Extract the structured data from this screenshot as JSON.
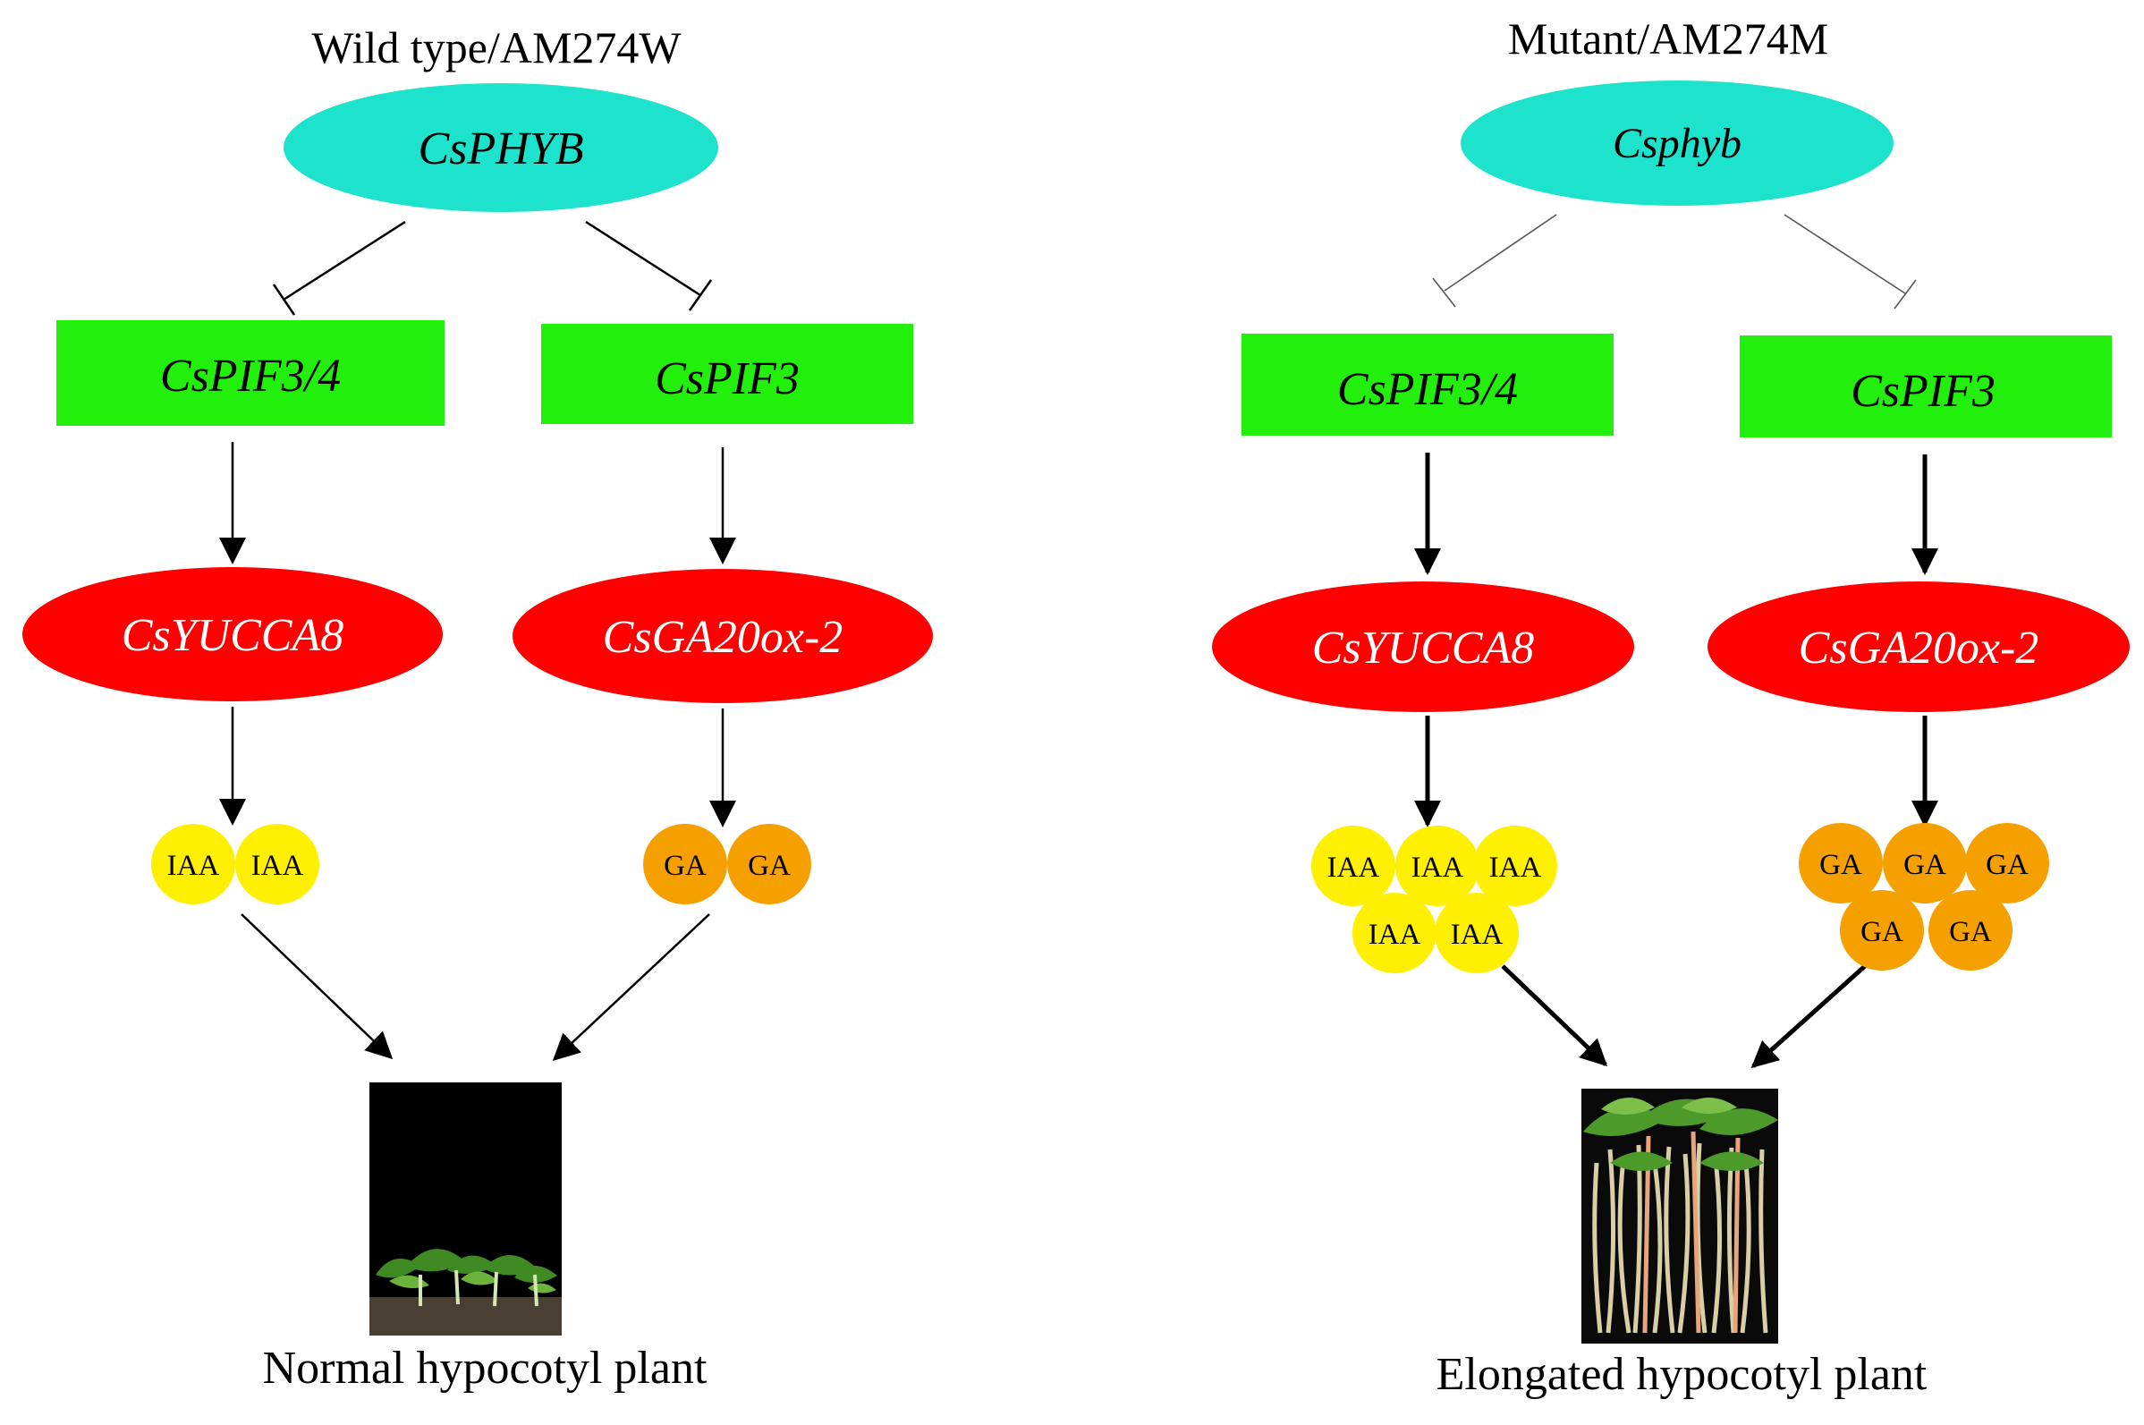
{
  "colors": {
    "phy": "#1de2cc",
    "pif": "#22f00c",
    "biosynth": "#ff0000",
    "iaa": "#ffef00",
    "ga": "#f6a000"
  },
  "wild": {
    "title": "Wild type/AM274W",
    "phy_label": "CsPHYB",
    "pif_left": "CsPIF3/4",
    "pif_right": "CsPIF3",
    "gene_left": "CsYUCCA8",
    "gene_right": "CsGA20ox-2",
    "iaa": [
      "IAA",
      "IAA"
    ],
    "ga": [
      "GA",
      "GA"
    ],
    "caption": "Normal hypocotyl plant"
  },
  "mutant": {
    "title": "Mutant/AM274M",
    "phy_label": "Csphyb",
    "pif_left": "CsPIF3/4",
    "pif_right": "CsPIF3",
    "gene_left": "CsYUCCA8",
    "gene_right": "CsGA20ox-2",
    "iaa": [
      "IAA",
      "IAA",
      "IAA",
      "IAA",
      "IAA"
    ],
    "ga": [
      "GA",
      "GA",
      "GA",
      "GA",
      "GA"
    ],
    "caption": "Elongated hypocotyl plant"
  }
}
